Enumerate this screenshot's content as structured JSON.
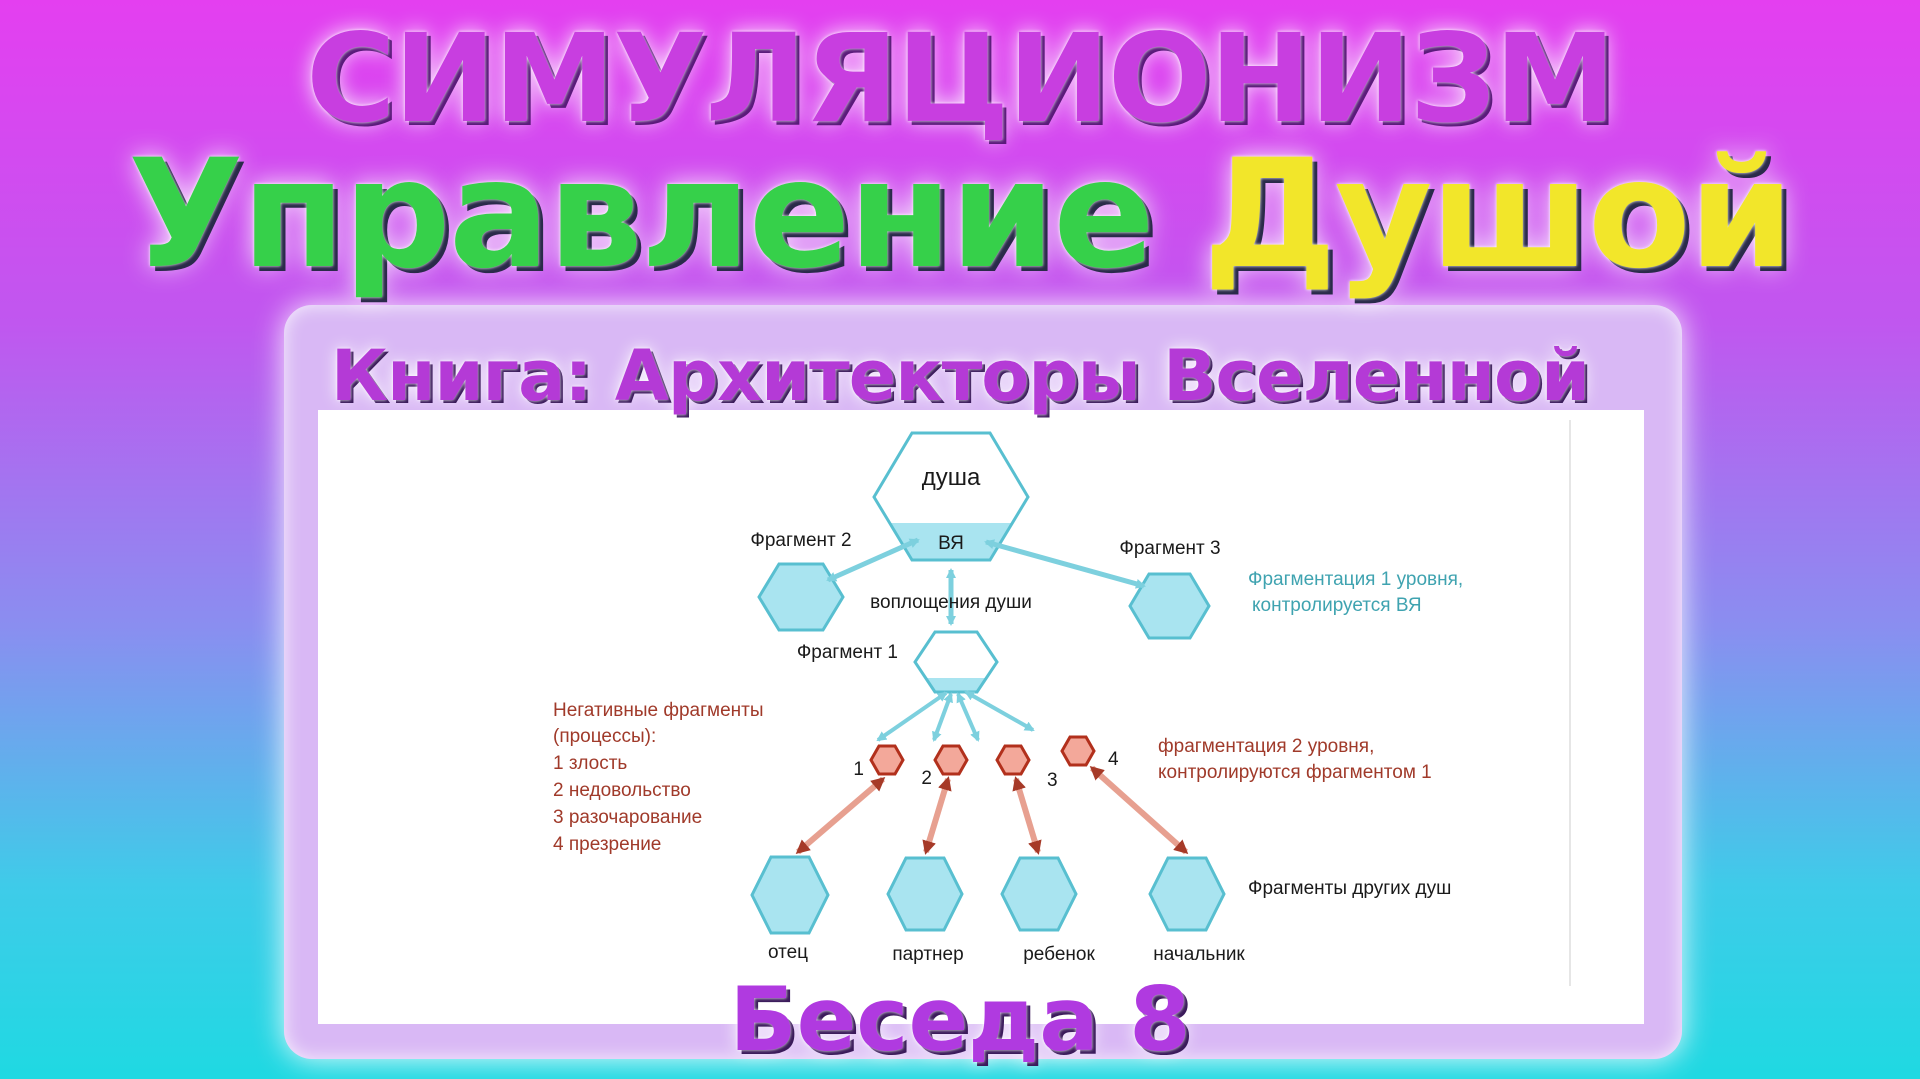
{
  "title": {
    "line1": "СИМУЛЯЦИОНИЗМ",
    "line2_part1": "Управление",
    "line2_part2": "Душой",
    "line3": "Книга: Архитекторы Вселенной",
    "line4": "Беседа 8"
  },
  "diagram": {
    "soul": "душа",
    "vya": "ВЯ",
    "fragment2": "Фрагмент 2",
    "fragment3": "Фрагмент 3",
    "fragment1": "Фрагмент 1",
    "incarnations": "воплощения души",
    "level1_note_line1": "Фрагментация 1 уровня,",
    "level1_note_line2": "контролируется ВЯ",
    "negative_title_line1": "Негативные фрагменты",
    "negative_title_line2": "(процессы):",
    "negative_items": [
      "1 злость",
      "2 недовольство",
      "3 разочарование",
      "4 презрение"
    ],
    "level2_note_line1": "фрагментация 2 уровня,",
    "level2_note_line2": "контролируются фрагментом 1",
    "num_labels": [
      "1",
      "2",
      "3",
      "4"
    ],
    "others_label": "Фрагменты других душ",
    "people": [
      "отец",
      "партнер",
      "ребенок",
      "начальник"
    ]
  },
  "colors": {
    "hex_fill": "#a9e4f0",
    "hex_stroke": "#58bfd0",
    "arrow_blue": "#7dd0de",
    "neg_fill": "#f3a89a",
    "neg_stroke": "#b2301c",
    "arrow_red": "#e7a090",
    "teal_text": "#3fa3b0",
    "red_text": "#a03a2a"
  }
}
